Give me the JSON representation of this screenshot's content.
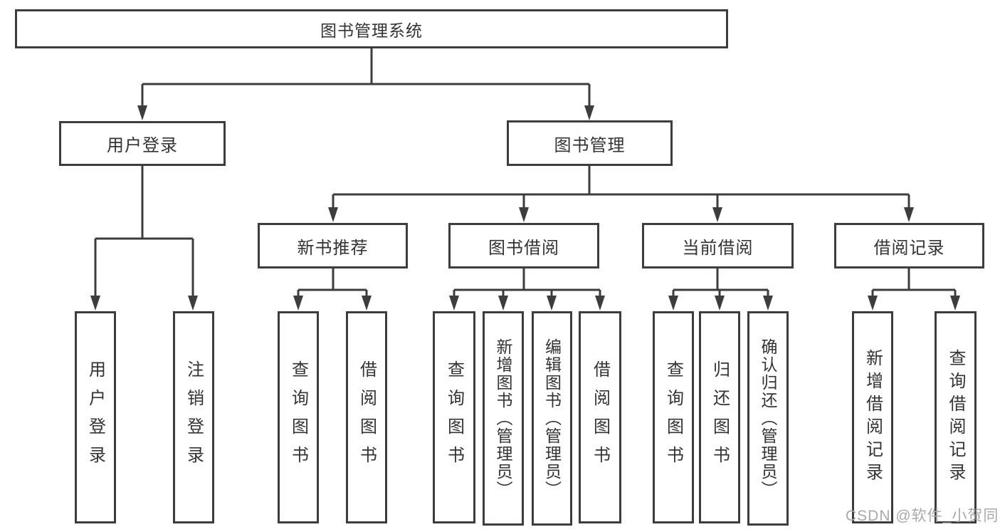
{
  "tree": {
    "root": "图书管理系统",
    "branches": [
      {
        "label": "用户登录",
        "children": [
          "用户登录",
          "注销登录"
        ]
      },
      {
        "label": "图书管理",
        "sections": [
          {
            "label": "新书推荐",
            "children": [
              "查询图书",
              "借阅图书"
            ]
          },
          {
            "label": "图书借阅",
            "children": [
              "查询图书",
              "新增图书（管理员）",
              "编辑图书（管理员）",
              "借阅图书"
            ]
          },
          {
            "label": "当前借阅",
            "children": [
              "查询图书",
              "归还图书",
              "确认归还（管理员）"
            ]
          },
          {
            "label": "借阅记录",
            "children": [
              "新增借阅记录",
              "查询借阅记录"
            ]
          }
        ]
      }
    ]
  },
  "watermark": "CSDN @软件_小贺同学",
  "colors": {
    "line": "#3d3d3d",
    "text": "#333333",
    "watermark": "#a9a9a9",
    "background": "#ffffff"
  }
}
